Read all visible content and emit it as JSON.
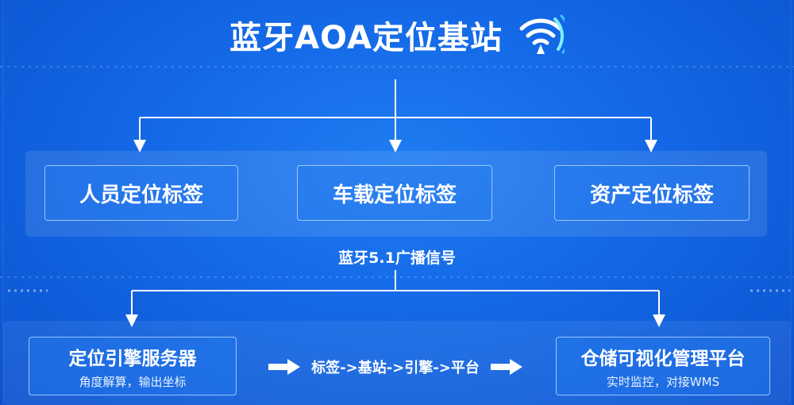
{
  "title": "蓝牙AOA定位基站",
  "icons": {
    "signal": "wifi-signal-icon",
    "flow_arrow": "arrow-right-icon"
  },
  "tags": [
    "人员定位标签",
    "车载定位标签",
    "资产定位标签"
  ],
  "signal_label": "蓝牙5.1广播信号",
  "engine": {
    "title": "定位引擎服务器",
    "subtitle": "角度解算，输出坐标"
  },
  "flow": "标签->基站->引擎->平台",
  "platform": {
    "title": "仓储可视化管理平台",
    "subtitle": "实时监控，对接WMS"
  },
  "colors": {
    "background": "#1468e6",
    "line": "#ffffff",
    "box_border": "#bee1ff"
  }
}
